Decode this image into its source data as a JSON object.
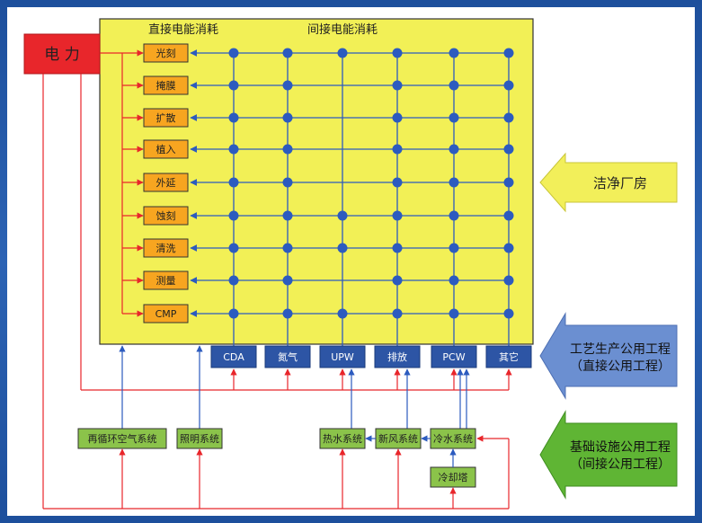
{
  "power": {
    "label": "电 力"
  },
  "headers": {
    "direct": "直接电能消耗",
    "indirect": "间接电能消耗"
  },
  "processes": [
    "光刻",
    "掩膜",
    "扩散",
    "植入",
    "外延",
    "蚀刻",
    "清洗",
    "测量",
    "CMP"
  ],
  "utilities": [
    "CDA",
    "氮气",
    "UPW",
    "排放",
    "PCW",
    "其它"
  ],
  "connections": [
    [
      1,
      1,
      1,
      1,
      1,
      1
    ],
    [
      1,
      1,
      0,
      1,
      1,
      1
    ],
    [
      1,
      1,
      0,
      1,
      1,
      1
    ],
    [
      1,
      1,
      0,
      1,
      1,
      1
    ],
    [
      1,
      1,
      0,
      1,
      1,
      1
    ],
    [
      1,
      1,
      1,
      1,
      1,
      1
    ],
    [
      1,
      1,
      1,
      1,
      1,
      1
    ],
    [
      1,
      1,
      0,
      1,
      1,
      1
    ],
    [
      1,
      1,
      1,
      1,
      1,
      1
    ]
  ],
  "infra": {
    "recirc_air": "再循环空气系统",
    "lighting": "照明系统",
    "hot_water": "热水系统",
    "fresh_air": "新风系统",
    "chilled_water": "冷水系统",
    "cooling_tower": "冷却塔"
  },
  "side_labels": {
    "cleanroom": "洁净厂房",
    "process_utility_1": "工艺生产公用工程",
    "process_utility_2": "（直接公用工程）",
    "infra_utility_1": "基础设施公用工程",
    "infra_utility_2": "（间接公用工程）"
  },
  "colors": {
    "power_red": "#e8262b",
    "yellow": "#f2f056",
    "orange": "#f7a520",
    "blue_box": "#2d55a5",
    "node": "#2c5bbf",
    "green": "#8bc34a",
    "arrow_yellow": "#f2ef5a",
    "arrow_blue": "#6b8fd1",
    "arrow_green": "#5fb534"
  }
}
